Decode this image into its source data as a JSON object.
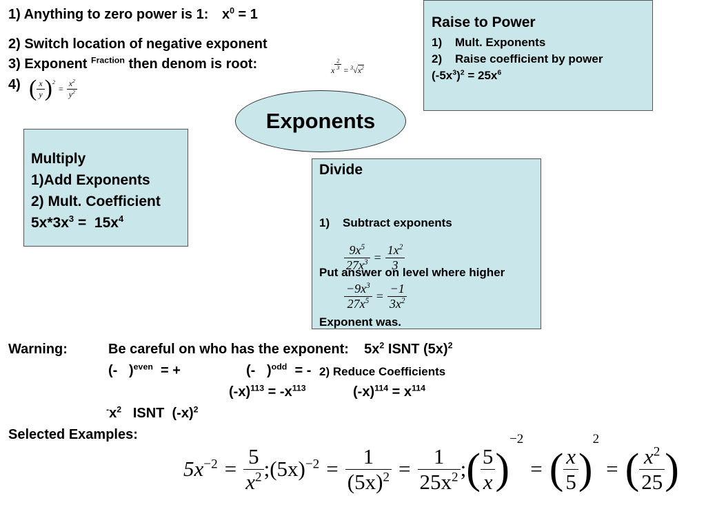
{
  "rules": {
    "r1_text": "1) Anything to zero power is 1:",
    "r1_x": "x",
    "r1_exp": "0",
    "r1_tail": "= 1",
    "r2_text": "2) Switch location of negative exponent",
    "r3_a": "3) Exponent",
    "r3_sup": "Fraction",
    "r3_b": "then denom is root:",
    "r3_math_base": "x",
    "r3_math_num": "2",
    "r3_math_den": "3",
    "r3_math_eq": "=",
    "r3_math_index": "3",
    "r3_math_rad": "x",
    "r3_math_rad_exp": "2",
    "r4_text": "4)",
    "r4_math_num": "x",
    "r4_math_den": "y",
    "r4_math_exp": "2",
    "r4_math_eq": "=",
    "r4_math_rnum": "x",
    "r4_math_rnum_exp": "2",
    "r4_math_rden": "y",
    "r4_math_rden_exp": "2"
  },
  "raise_box": {
    "title": "Raise to Power",
    "item1": "1)    Mult. Exponents",
    "item2": "2)    Raise coefficient by power",
    "ex_a": "(-5x",
    "ex_sup1": "3",
    "ex_b": ")",
    "ex_sup2": "2",
    "ex_c": " = 25x",
    "ex_sup3": "6"
  },
  "center_title": "Exponents",
  "multiply_box": {
    "title": "Multiply",
    "item1": "1)Add Exponents",
    "item2": "2) Mult. Coefficient",
    "ex_a": "5x*3x",
    "ex_sup1": "3",
    "ex_b": " =  15x",
    "ex_sup2": "4"
  },
  "divide_box": {
    "title": "Divide",
    "item1": "1)    Subtract exponents",
    "line2": "Put answer on level where higher",
    "line3": "Exponent was.",
    "line4": "2) Reduce Coefficients",
    "eq1_lnum": "9x",
    "eq1_lnum_exp": "5",
    "eq1_lden": "27x",
    "eq1_lden_exp": "3",
    "eq1_rnum": "1x",
    "eq1_rnum_exp": "2",
    "eq1_rden": "3",
    "eq2_lnum": "−9x",
    "eq2_lnum_exp": "3",
    "eq2_lden": "27x",
    "eq2_lden_exp": "5",
    "eq2_rnum": "−1",
    "eq2_rden": "3x",
    "eq2_rden_exp": "2",
    "eq_sign": "="
  },
  "warning": {
    "label": "Warning:",
    "line1_a": "Be careful on who has the exponent:    5x",
    "line1_sup1": "2",
    "line1_b": " ISNT (5x)",
    "line1_sup2": "2",
    "line2_a": "(-   )",
    "line2_sup1": "even",
    "line2_b": "  = +",
    "line2_c": "(-   )",
    "line2_sup2": "odd",
    "line2_d": "  = -",
    "line3_a": "(-x)",
    "line3_sup1": "113",
    "line3_b": " = -x",
    "line3_sup2": "113",
    "line3_c": "(-x)",
    "line3_sup3": "114",
    "line3_d": " = x",
    "line3_sup4": "114",
    "line4_pre": "-",
    "line4_a": "x",
    "line4_sup1": "2",
    "line4_b": "   ISNT  (-x)",
    "line4_sup2": "2"
  },
  "examples": {
    "label": "Selected Examples:",
    "t1_coef": "5x",
    "t1_exp": "−2",
    "eq": "=",
    "f1_num": "5",
    "f1_den": "x",
    "f1_den_exp": "2",
    "semi": ";",
    "t2": "(5x)",
    "t2_exp": "−2",
    "f2_num": "1",
    "f2_den": "(5x)",
    "f2_den_exp": "2",
    "f3_num": "1",
    "f3_den": "25x",
    "f3_den_exp": "2",
    "f4_num": "5",
    "f4_den": "x",
    "f4_exp": "−2",
    "f5_num": "x",
    "f5_den": "5",
    "f5_exp": "2",
    "f6_num": "x",
    "f6_num_exp": "2",
    "f6_den": "25"
  },
  "colors": {
    "box_fill": "#c9e6ea",
    "ellipse_fill": "#c9e6ea",
    "border": "#555555"
  }
}
